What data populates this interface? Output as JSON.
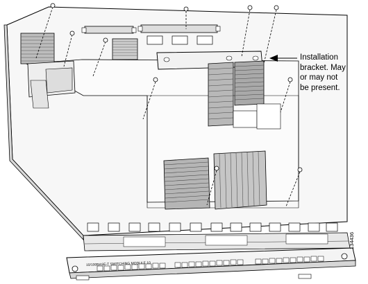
{
  "callout": {
    "line1": "Installation",
    "line2": "bracket. May",
    "line3": "or may not",
    "line4": "be present."
  },
  "figure_id": "134436",
  "faceplate_text": "10/100BASE-T SWITCHING MODULE  10"
}
